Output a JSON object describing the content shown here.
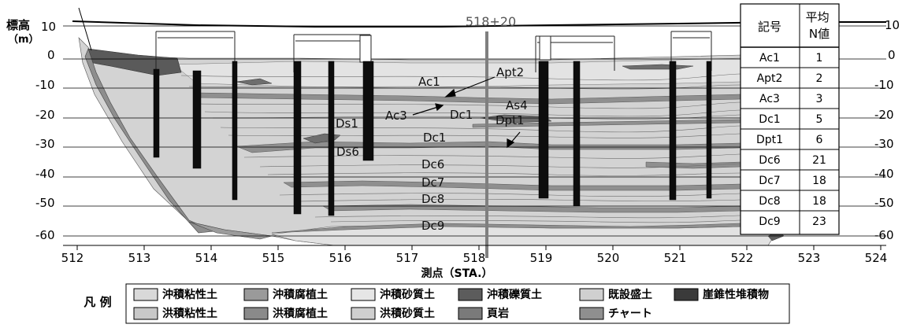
{
  "section_label": "518+20",
  "y_axis": {
    "title": "標高",
    "unit": "（m）",
    "ticks": [
      10,
      0,
      -10,
      -20,
      -30,
      -40,
      -50,
      -60
    ]
  },
  "x_axis": {
    "title": "測点（STA.）",
    "ticks": [
      512,
      513,
      514,
      515,
      516,
      517,
      518,
      519,
      520,
      521,
      522,
      523,
      524
    ]
  },
  "layer_labels": [
    {
      "id": "ac1",
      "text": "Ac1"
    },
    {
      "id": "apt2",
      "text": "Apt2"
    },
    {
      "id": "as4",
      "text": "As4"
    },
    {
      "id": "ac3",
      "text": "Ac3"
    },
    {
      "id": "dc1a",
      "text": "Dc1"
    },
    {
      "id": "dpt1",
      "text": "Dpt1"
    },
    {
      "id": "ds1",
      "text": "Ds1"
    },
    {
      "id": "dc1b",
      "text": "Dc1"
    },
    {
      "id": "ds6",
      "text": "Ds6"
    },
    {
      "id": "dc6",
      "text": "Dc6"
    },
    {
      "id": "dc7",
      "text": "Dc7"
    },
    {
      "id": "dc8",
      "text": "Dc8"
    },
    {
      "id": "dc9",
      "text": "Dc9"
    }
  ],
  "n_table": {
    "headers": [
      "記号",
      "平均\nN値"
    ],
    "rows": [
      [
        "Ac1",
        "1"
      ],
      [
        "Apt2",
        "2"
      ],
      [
        "Ac3",
        "3"
      ],
      [
        "Dc1",
        "5"
      ],
      [
        "Dpt1",
        "6"
      ],
      [
        "Dc6",
        "21"
      ],
      [
        "Dc7",
        "18"
      ],
      [
        "Dc8",
        "18"
      ],
      [
        "Dc9",
        "23"
      ]
    ]
  },
  "legend": {
    "title": "凡 例",
    "row1": [
      {
        "label": "沖積粘性土",
        "color": "#d9d9d9"
      },
      {
        "label": "沖積腐植土",
        "color": "#9a9a9a"
      },
      {
        "label": "沖積砂質土",
        "color": "#e6e6e6"
      },
      {
        "label": "沖積礫質土",
        "color": "#5c5c5c"
      },
      {
        "label": "既設盛土",
        "color": "#d0d0d0"
      },
      {
        "label": "崖錐性堆積物",
        "color": "#3a3a3a"
      }
    ],
    "row2": [
      {
        "label": "洪積粘性土",
        "color": "#c8c8c8"
      },
      {
        "label": "洪積腐植土",
        "color": "#8a8a8a"
      },
      {
        "label": "洪積砂質土",
        "color": "#cfcfcf"
      },
      {
        "label": "頁岩",
        "color": "#7a7a7a"
      },
      {
        "label": "チャート",
        "color": "#8f8f8f"
      }
    ]
  },
  "colors": {
    "clay": "#d6d6d6",
    "sand": "#cacaca",
    "peat": "#8c8c8c",
    "slope": "#6a6a6a",
    "boring": "#0d0d0d",
    "section_line": "#7f7f7f"
  }
}
